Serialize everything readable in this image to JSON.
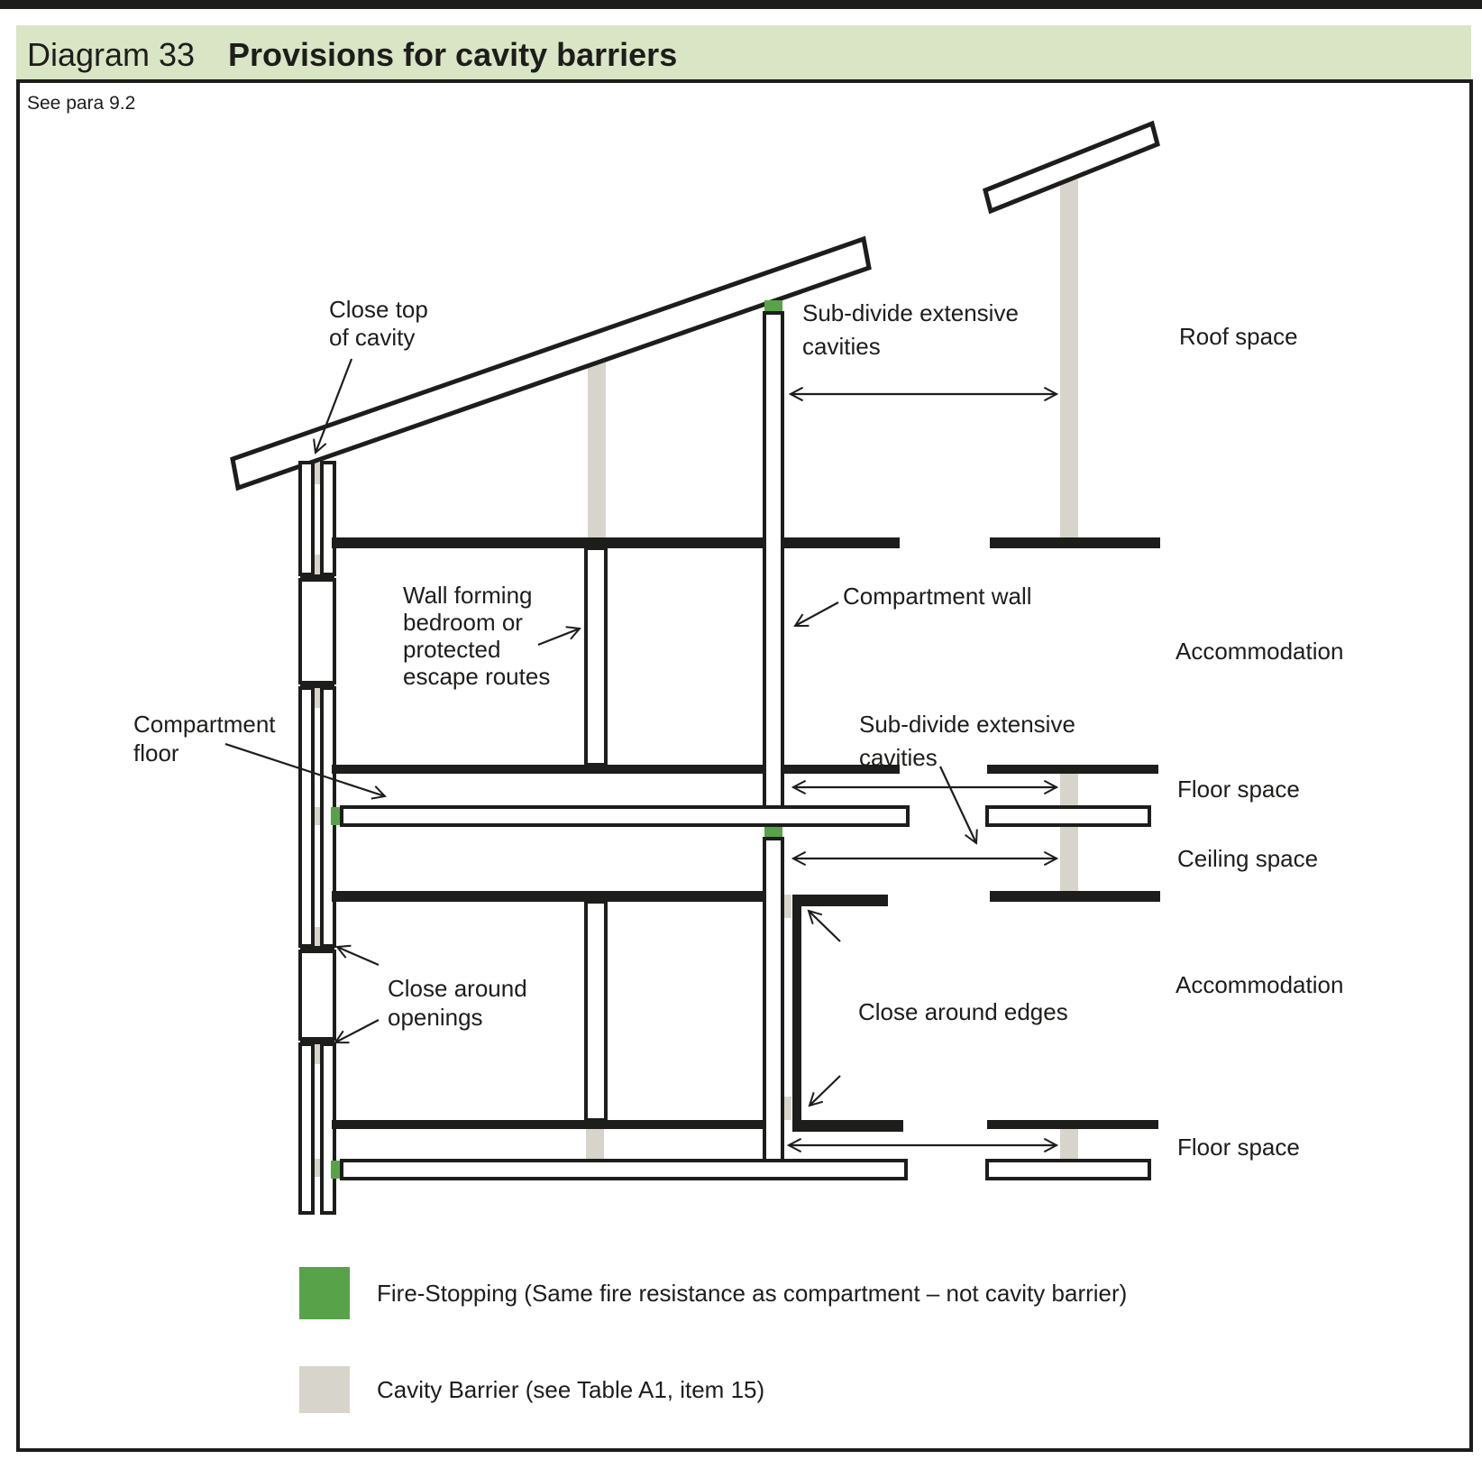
{
  "page": {
    "title_prefix": "Diagram 33",
    "title": "Provisions for cavity barriers",
    "note": "See para 9.2"
  },
  "colors": {
    "fire_stopping_green": "#58a349",
    "cavity_barrier_grey": "#d7d4cb",
    "header_bg": "#d9e5c5",
    "line": "#1d1d1b"
  },
  "annotations": {
    "close_top_1": "Close top",
    "close_top_2": "of cavity",
    "subdivide_top_1": "Sub-divide extensive",
    "subdivide_top_2": "cavities",
    "roof_space": "Roof space",
    "wall_forming_1": "Wall forming",
    "wall_forming_2": "bedroom or",
    "wall_forming_3": "protected",
    "wall_forming_4": "escape routes",
    "compartment_wall": "Compartment wall",
    "accommodation_upper": "Accommodation",
    "compartment_floor_1": "Compartment",
    "compartment_floor_2": "floor",
    "subdivide_mid_1": "Sub-divide extensive",
    "subdivide_mid_2": "cavities",
    "floor_space_mid": "Floor space",
    "ceiling_space": "Ceiling space",
    "close_around_openings_1": "Close around",
    "close_around_openings_2": "openings",
    "close_around_edges": "Close around edges",
    "accommodation_lower": "Accommodation",
    "floor_space_bottom": "Floor space"
  },
  "legend": {
    "fire_stopping": "Fire-Stopping (Same fire resistance as compartment – not cavity barrier)",
    "cavity_barrier": "Cavity Barrier (see Table A1, item 15)"
  }
}
